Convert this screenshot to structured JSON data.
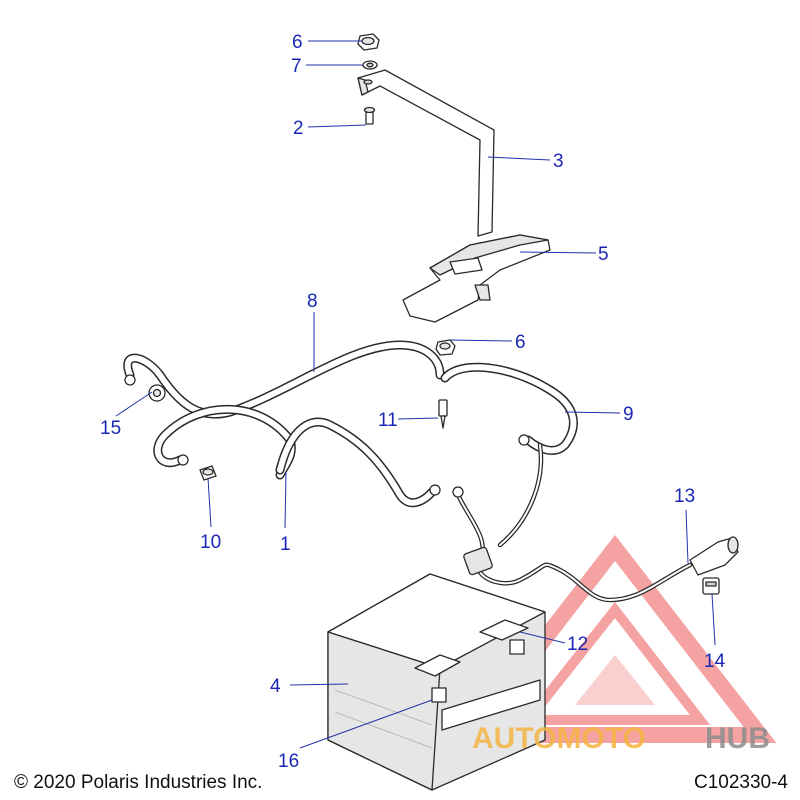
{
  "footer": {
    "copyright": "© 2020 Polaris Industries Inc.",
    "figure_code": "C102330-4"
  },
  "watermark": {
    "text_part1": "AUTOMOTO",
    "text_part2": "HUB",
    "color_main": "#f28b8b",
    "color_accent": "#f5b443",
    "color_dark": "#8c8c8c"
  },
  "callouts": {
    "c1": "1",
    "c2": "2",
    "c3": "3",
    "c4": "4",
    "c5": "5",
    "c6a": "6",
    "c6b": "6",
    "c7": "7",
    "c8": "8",
    "c9": "9",
    "c10": "10",
    "c11": "11",
    "c12": "12",
    "c13": "13",
    "c14": "14",
    "c15": "15",
    "c16": "16"
  },
  "colors": {
    "callout": "#1a27b4",
    "line_art": "#2a2a2a"
  }
}
